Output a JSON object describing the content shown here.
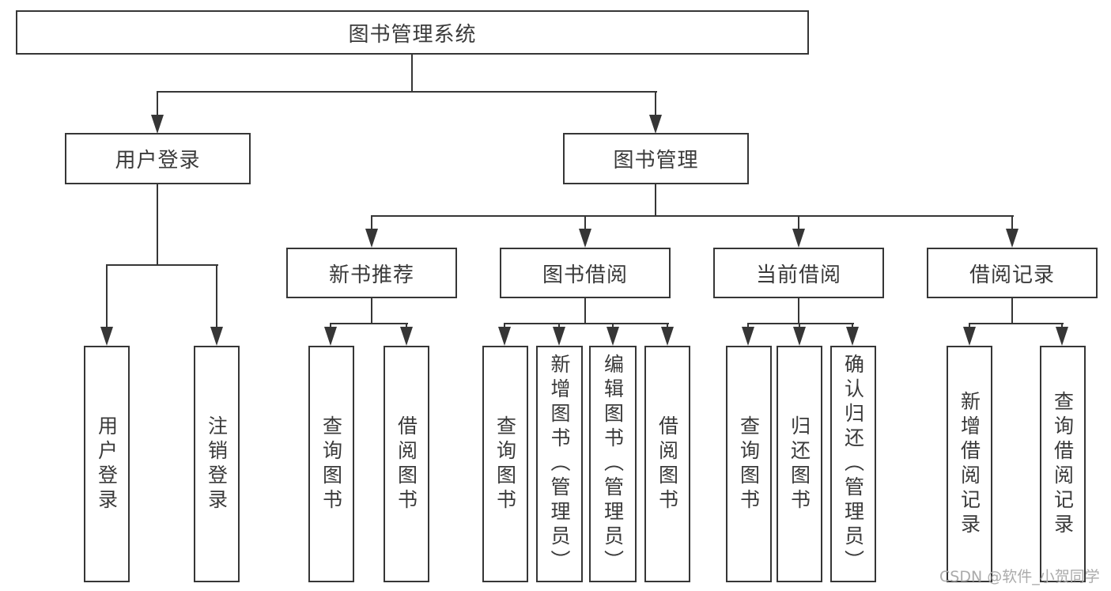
{
  "tree": {
    "label": "图书管理系统",
    "children": [
      {
        "label": "用户登录",
        "children": [
          {
            "label": "用户登录"
          },
          {
            "label": "注销登录"
          }
        ]
      },
      {
        "label": "图书管理",
        "children": [
          {
            "label": "新书推荐",
            "children": [
              {
                "label": "查询图书"
              },
              {
                "label": "借阅图书"
              }
            ]
          },
          {
            "label": "图书借阅",
            "children": [
              {
                "label": "查询图书"
              },
              {
                "label": "新增图书（管理员）"
              },
              {
                "label": "编辑图书（管理员）"
              },
              {
                "label": "借阅图书"
              }
            ]
          },
          {
            "label": "当前借阅",
            "children": [
              {
                "label": "查询图书"
              },
              {
                "label": "归还图书"
              },
              {
                "label": "确认归还（管理员）"
              }
            ]
          },
          {
            "label": "借阅记录",
            "children": [
              {
                "label": "新增借阅记录"
              },
              {
                "label": "查询借阅记录"
              }
            ]
          }
        ]
      }
    ]
  },
  "watermark": {
    "text": "CSDN @软件_小贺同学"
  },
  "colors": {
    "line": "#363636",
    "text": "#3a3a3a",
    "watermark": "#ababab",
    "background": "#ffffff"
  }
}
